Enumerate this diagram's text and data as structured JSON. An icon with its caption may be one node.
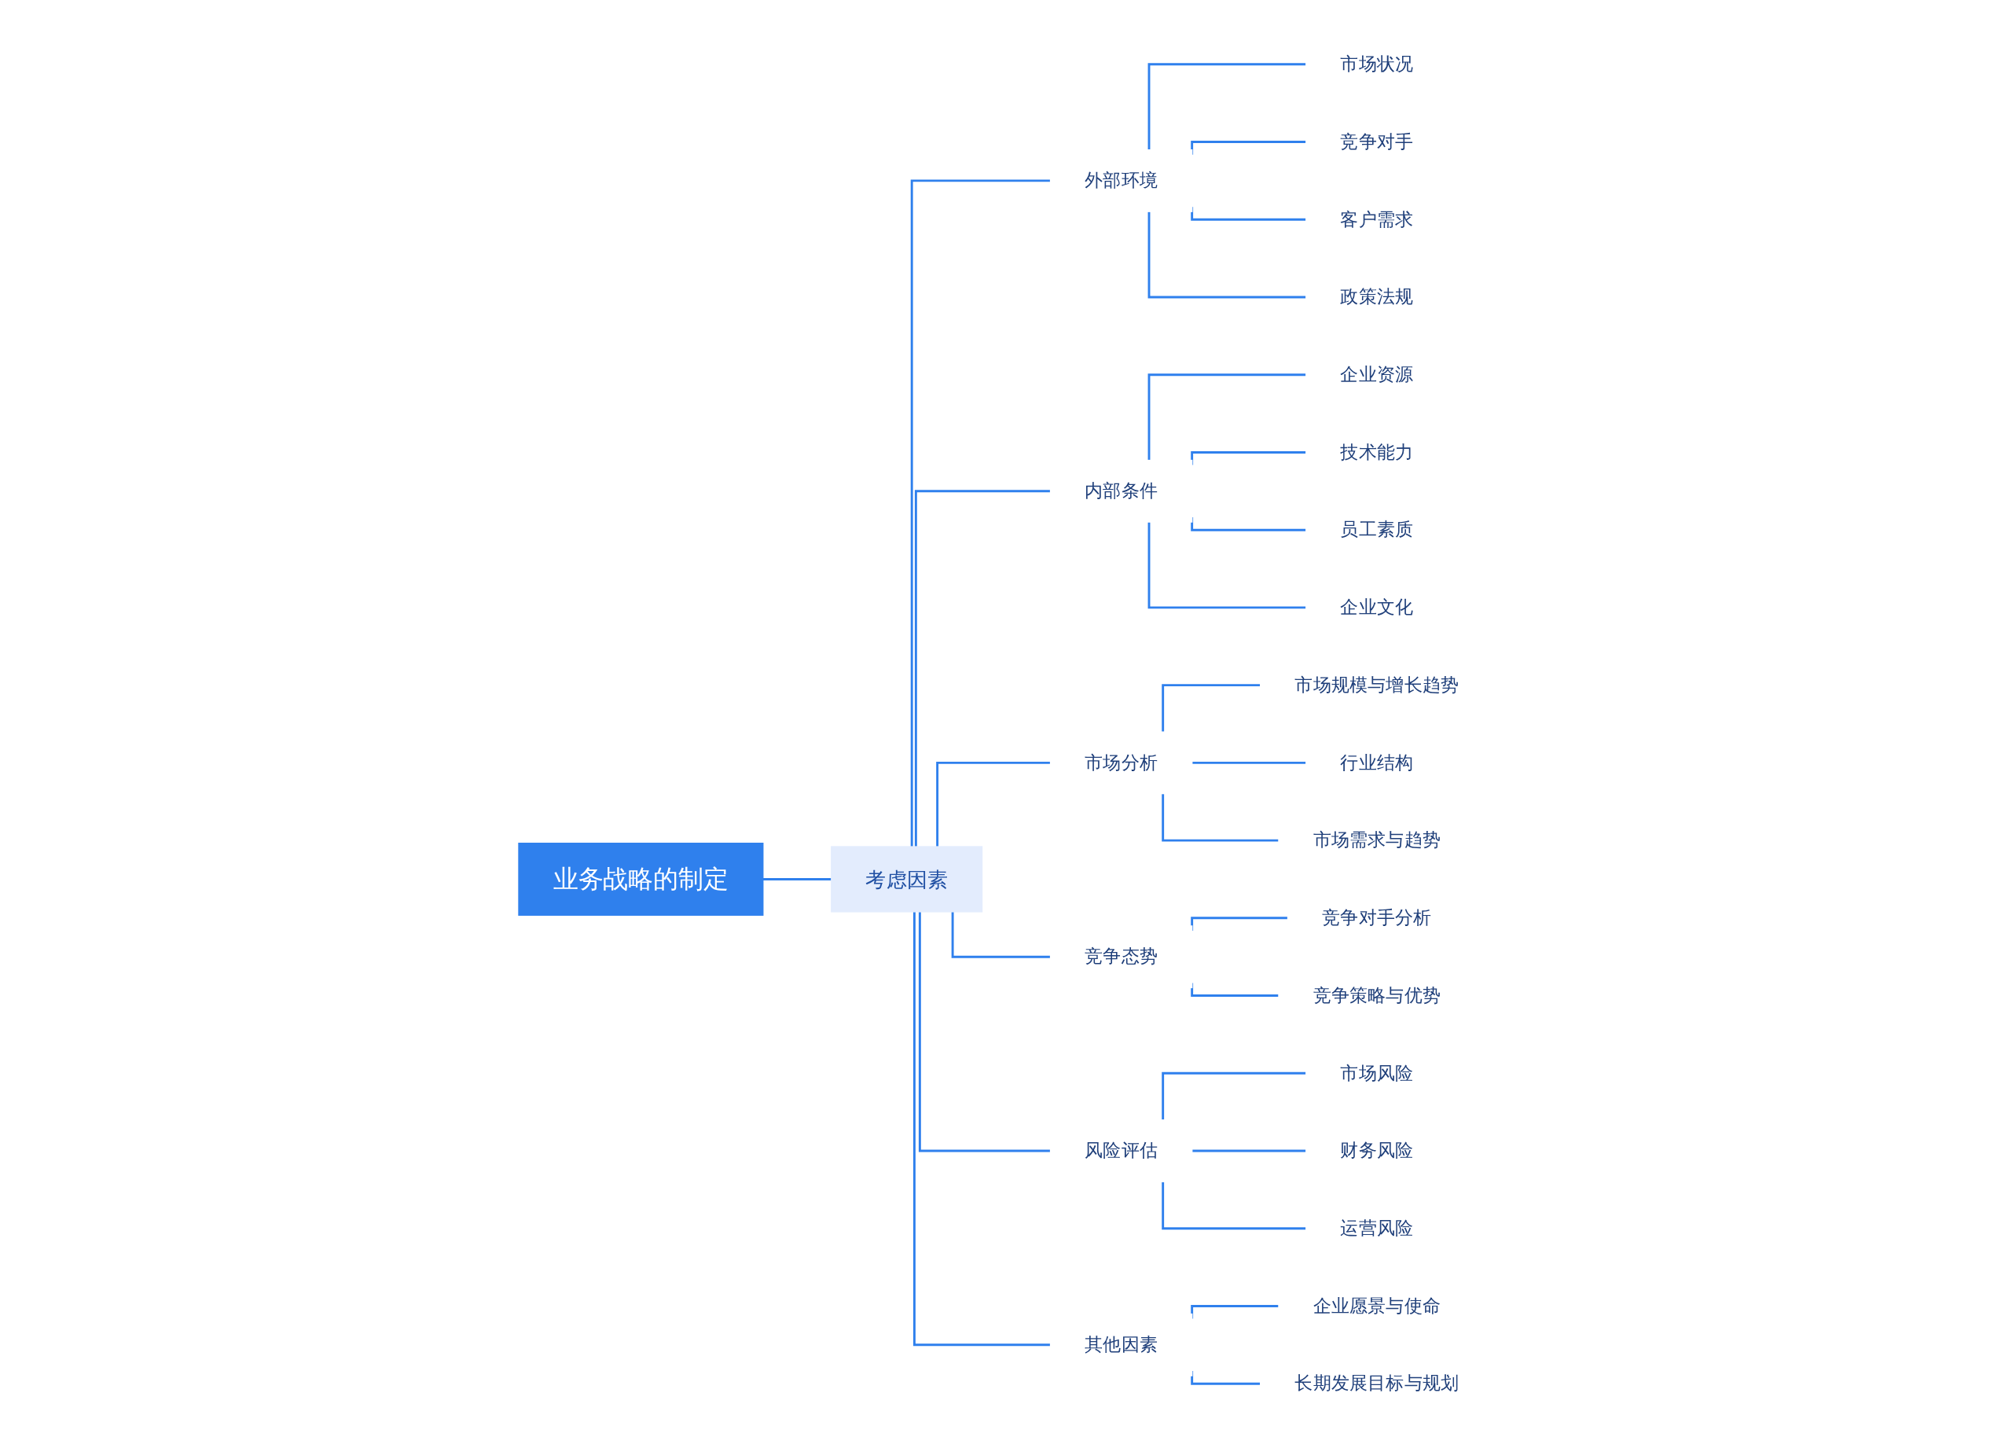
{
  "diagram": {
    "nodes": [
      {
        "text": [
          "业务战略的制定"
        ]
      },
      {
        "text": [
          "考虑因素"
        ]
      },
      {
        "text": [
          "外部环境"
        ]
      },
      {
        "text": [
          "市场状况"
        ]
      },
      {
        "text": [
          "竞争对手"
        ]
      },
      {
        "text": [
          "客户需求"
        ]
      },
      {
        "text": [
          "政策法规"
        ]
      },
      {
        "text": [
          "内部条件"
        ]
      },
      {
        "text": [
          "企业资源"
        ]
      },
      {
        "text": [
          "技术能力"
        ]
      },
      {
        "text": [
          "员工素质"
        ]
      },
      {
        "text": [
          "企业文化"
        ]
      },
      {
        "text": [
          "市场分析"
        ]
      },
      {
        "text": [
          "市场规模与增长趋势"
        ]
      },
      {
        "text": [
          "行业结构"
        ]
      },
      {
        "text": [
          "市场需求与趋势"
        ]
      },
      {
        "text": [
          "竞争态势"
        ]
      },
      {
        "text": [
          "竞争对手分析"
        ]
      },
      {
        "text": [
          "竞争策略与优势"
        ]
      },
      {
        "text": [
          "风险评估"
        ]
      },
      {
        "text": [
          "市场风险"
        ]
      },
      {
        "text": [
          "财务风险"
        ]
      },
      {
        "text": [
          "运营风险"
        ]
      },
      {
        "text": [
          "其他因素"
        ]
      },
      {
        "text": [
          "企业愿景与使命"
        ]
      },
      {
        "text": [
          "长期发展目标与规划"
        ]
      }
    ],
    "edges": [
      {
        "from": 0,
        "to": 1,
        "arrow": "none"
      },
      {
        "from": 1,
        "to": 2,
        "arrow": "none"
      },
      {
        "from": 2,
        "to": 3,
        "arrow": "none"
      },
      {
        "from": 2,
        "to": 4,
        "arrow": "none"
      },
      {
        "from": 2,
        "to": 5,
        "arrow": "none"
      },
      {
        "from": 2,
        "to": 6,
        "arrow": "none"
      },
      {
        "from": 1,
        "to": 7,
        "arrow": "none"
      },
      {
        "from": 7,
        "to": 8,
        "arrow": "none"
      },
      {
        "from": 7,
        "to": 9,
        "arrow": "none"
      },
      {
        "from": 7,
        "to": 10,
        "arrow": "none"
      },
      {
        "from": 7,
        "to": 11,
        "arrow": "none"
      },
      {
        "from": 1,
        "to": 12,
        "arrow": "none"
      },
      {
        "from": 12,
        "to": 13,
        "arrow": "none"
      },
      {
        "from": 12,
        "to": 14,
        "arrow": "none"
      },
      {
        "from": 12,
        "to": 15,
        "arrow": "none"
      },
      {
        "from": 1,
        "to": 16,
        "arrow": "none"
      },
      {
        "from": 16,
        "to": 17,
        "arrow": "none"
      },
      {
        "from": 16,
        "to": 18,
        "arrow": "none"
      },
      {
        "from": 1,
        "to": 19,
        "arrow": "none"
      },
      {
        "from": 19,
        "to": 20,
        "arrow": "none"
      },
      {
        "from": 19,
        "to": 21,
        "arrow": "none"
      },
      {
        "from": 19,
        "to": 22,
        "arrow": "none"
      },
      {
        "from": 1,
        "to": 23,
        "arrow": "none"
      },
      {
        "from": 23,
        "to": 24,
        "arrow": "none"
      },
      {
        "from": 23,
        "to": 25,
        "arrow": "none"
      }
    ]
  }
}
